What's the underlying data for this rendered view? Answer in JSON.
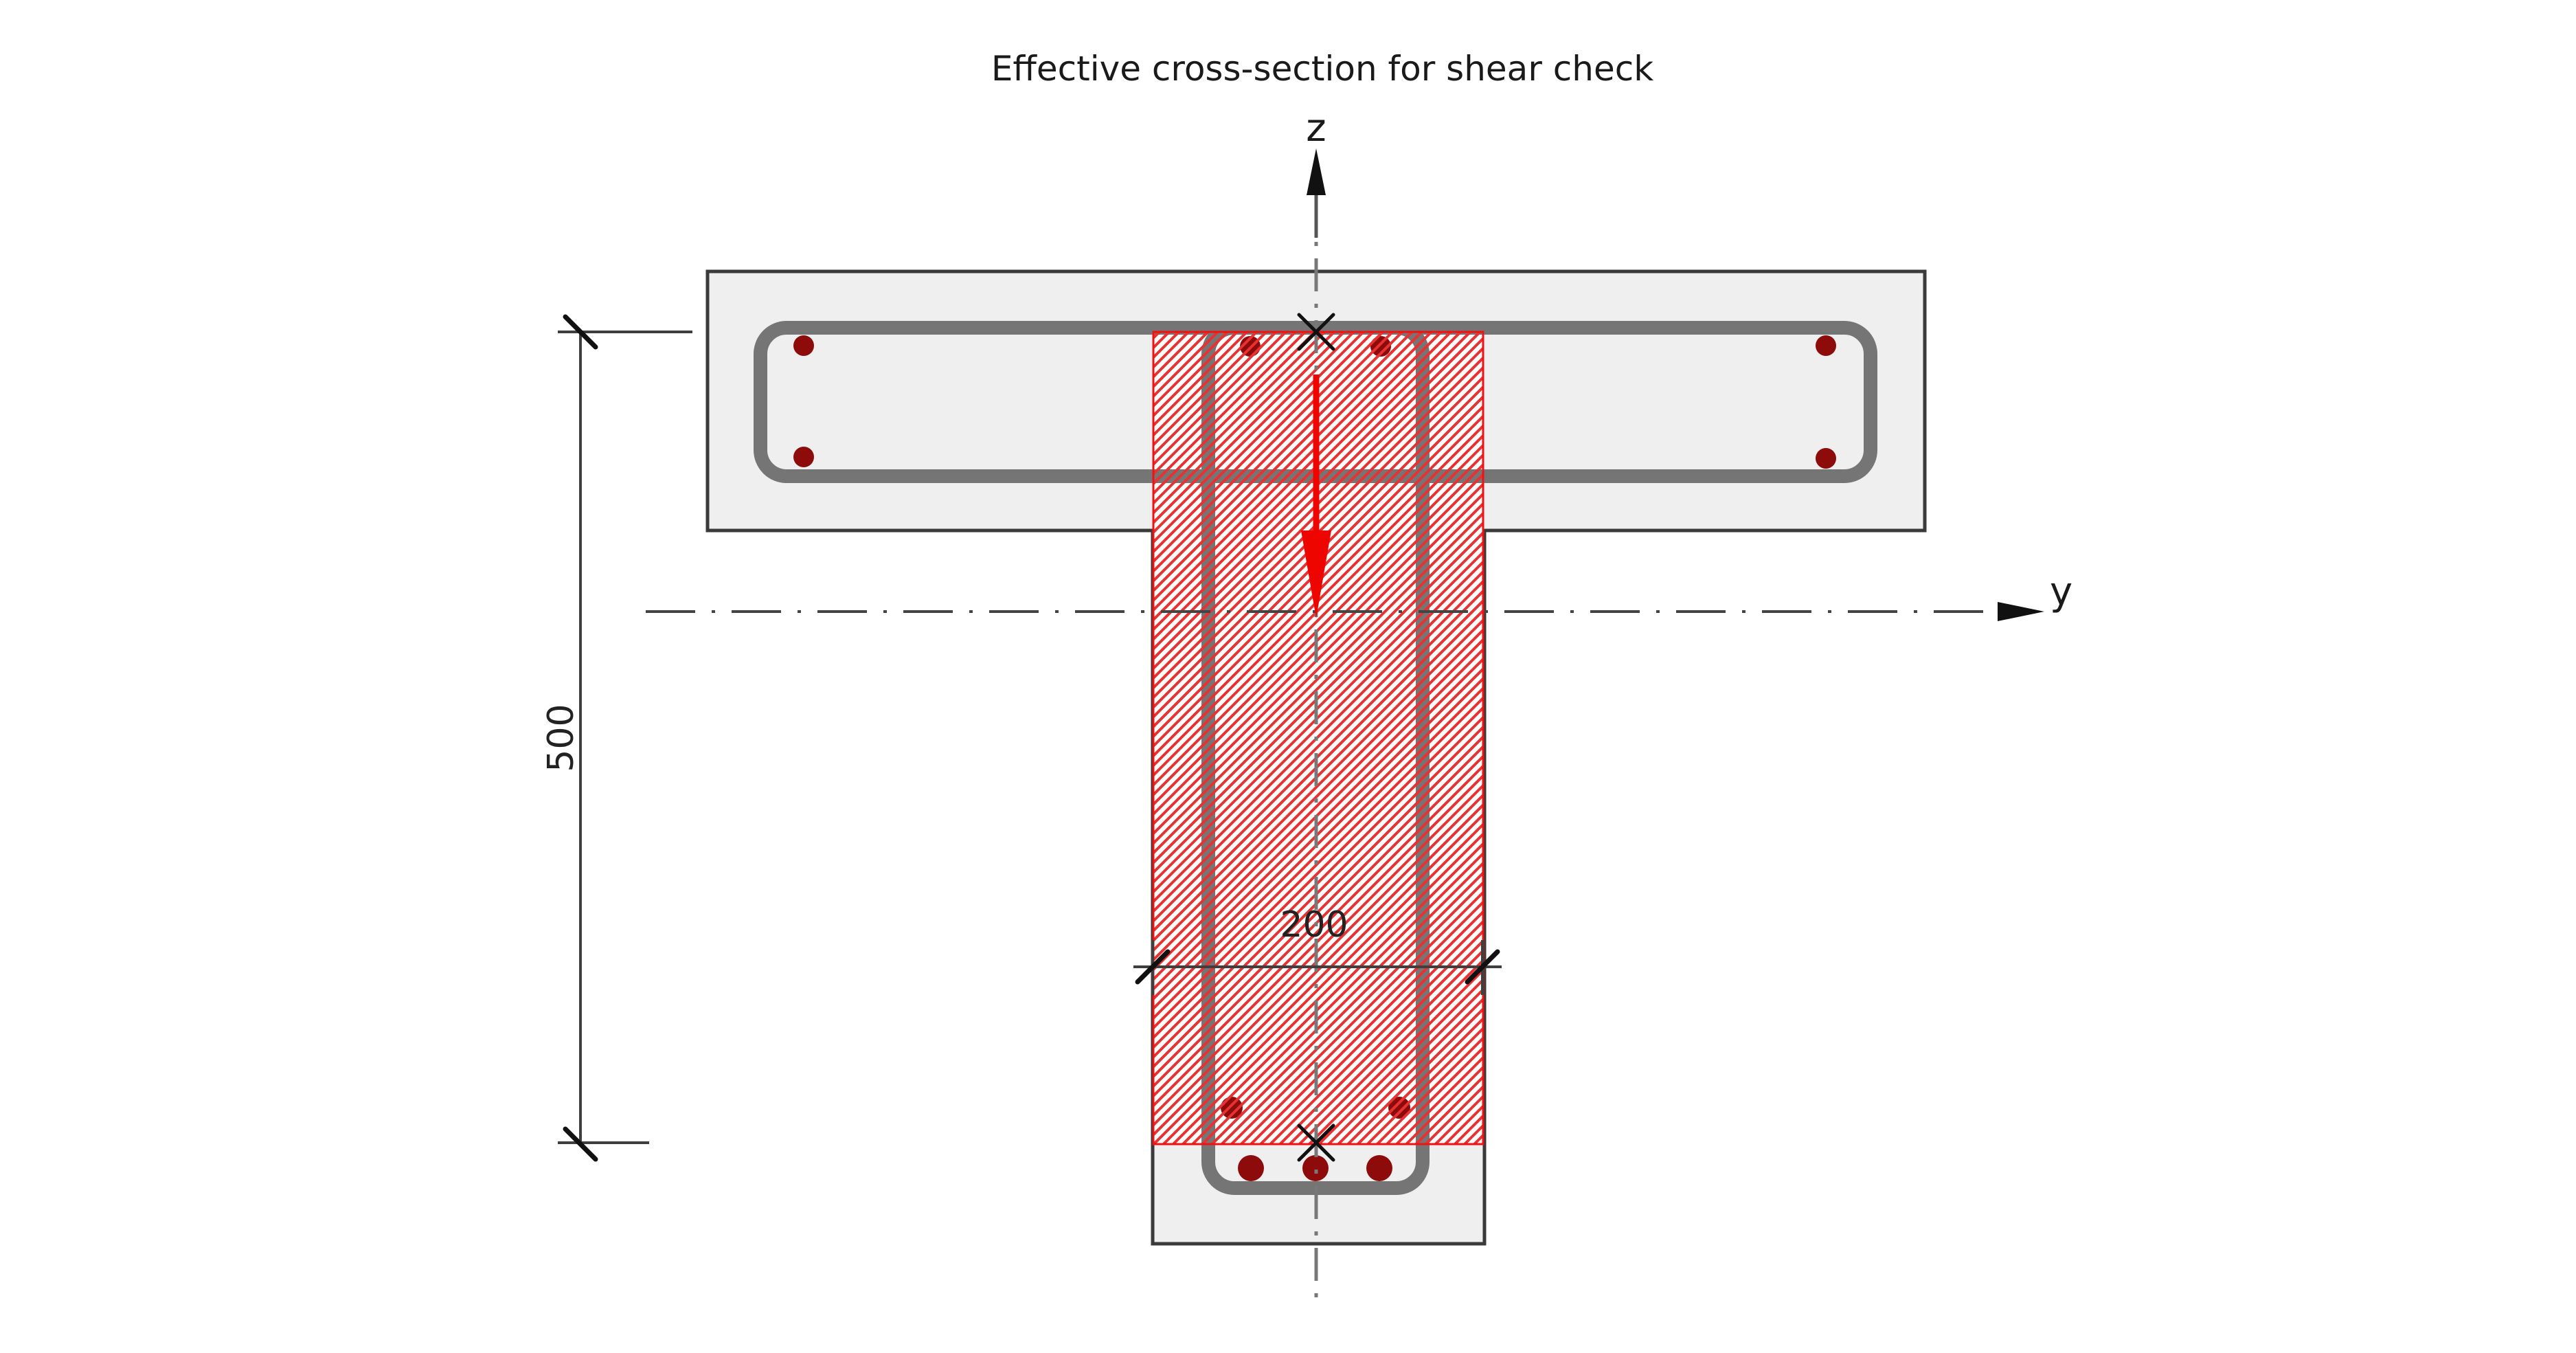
{
  "title": "Effective cross-section for shear check",
  "axes": {
    "z_label": "z",
    "y_label": "y"
  },
  "dimensions": {
    "effective_depth": "500",
    "web_width": "200"
  },
  "colors": {
    "concrete_fill": "#efefef",
    "concrete_outline": "#3a3a3a",
    "stirrup": "#757575",
    "rebar": "#8e0b0b",
    "hatch_stripe": "#e63232",
    "hatch_border": "#f01212",
    "load_arrow": "#ee0500",
    "centerline": "#787878",
    "axis_line": "#444444",
    "dimension_line": "#3f3f3f",
    "text": "#1a1a1a"
  }
}
